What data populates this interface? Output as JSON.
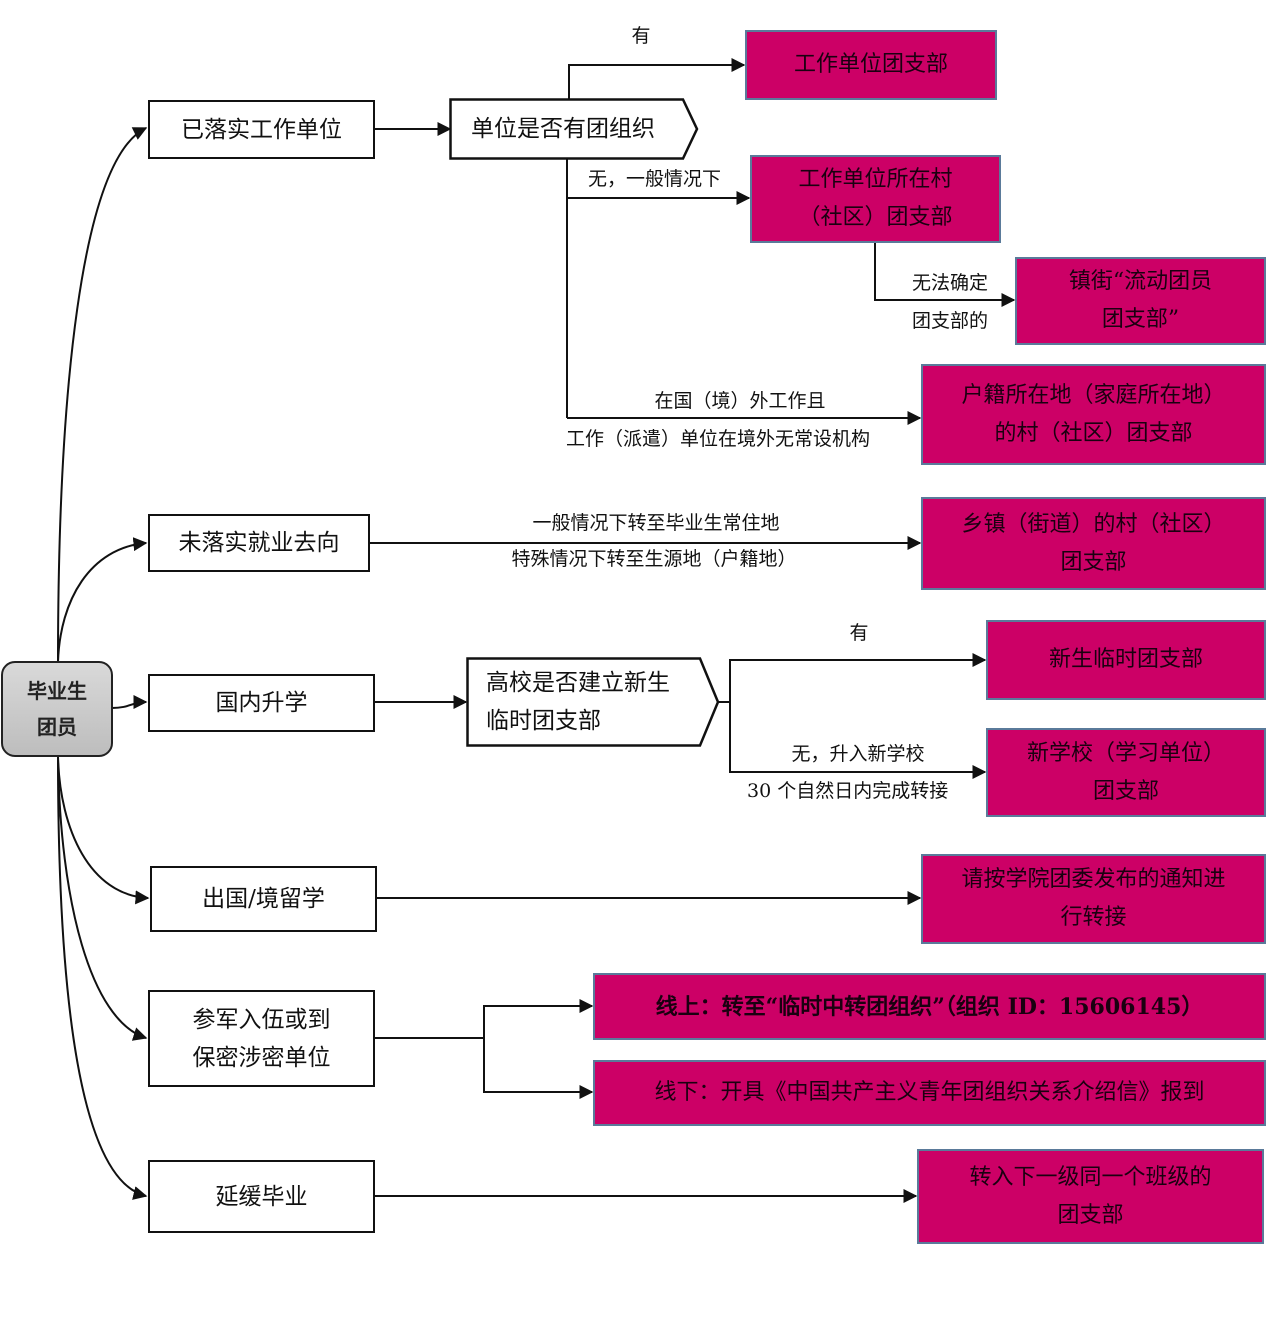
{
  "colors": {
    "target_fill": "#cc0066",
    "target_border": "#5a7a9a",
    "line": "#111111",
    "root_fill": "#c8c8c8"
  },
  "root": {
    "line1": "毕业生",
    "line2": "团员"
  },
  "categories": {
    "employed": "已落实工作单位",
    "unemployed": "未落实就业去向",
    "domestic_study": "国内升学",
    "abroad_study": "出国/境留学",
    "military": {
      "line1": "参军入伍或到",
      "line2": "保密涉密单位"
    },
    "delayed": "延缓毕业"
  },
  "decisions": {
    "employer_has_org": "单位是否有团组织",
    "univ_has_branch": {
      "line1": "高校是否建立新生",
      "line2": "临时团支部"
    }
  },
  "edge_labels": {
    "employer_yes": "有",
    "employer_no": "无，一般情况下",
    "undetermined": {
      "line1": "无法确定",
      "line2": "团支部的"
    },
    "overseas": {
      "line1": "在国（境）外工作且",
      "line2": "工作（派遣）单位在境外无常设机构"
    },
    "unemployed": {
      "line1": "一般情况下转至毕业生常住地",
      "line2": "特殊情况下转至生源地（户籍地）"
    },
    "univ_yes": "有",
    "univ_no": {
      "line1": "无，升入新学校",
      "line2": "30 个自然日内完成转接"
    }
  },
  "targets": {
    "employer_branch": "工作单位团支部",
    "employer_village": {
      "line1": "工作单位所在村",
      "line2": "（社区）团支部"
    },
    "floating_branch": {
      "line1": "镇街“流动团员",
      "line2": "团支部”"
    },
    "household_branch": {
      "line1": "户籍所在地（家庭所在地）",
      "line2": "的村（社区）团支部"
    },
    "township_branch": {
      "line1": "乡镇（街道）的村（社区）",
      "line2": "团支部"
    },
    "freshman_branch": "新生临时团支部",
    "new_school_branch": {
      "line1": "新学校（学习单位）",
      "line2": "团支部"
    },
    "abroad_notice": {
      "line1": "请按学院团委发布的通知进",
      "line2": "行转接"
    },
    "online": "线上：转至“临时中转团组织”（组织 ID：15606145）",
    "offline": "线下：开具《中国共产主义青年团组织关系介绍信》报到",
    "delayed_branch": {
      "line1": "转入下一级同一个班级的",
      "line2": "团支部"
    }
  }
}
